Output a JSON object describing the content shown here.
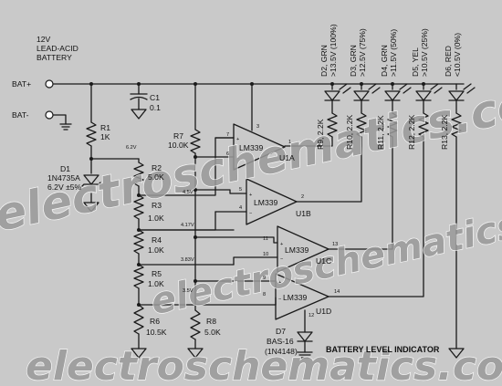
{
  "source": {
    "label_lines": [
      "12V",
      "LEAD-ACID",
      "BATTERY"
    ]
  },
  "terminals": {
    "positive": "BAT+",
    "negative": "BAT-"
  },
  "capacitor": {
    "ref": "C1",
    "value": "0.1"
  },
  "resistors": {
    "r1": {
      "ref": "R1",
      "value": "1K"
    },
    "r2": {
      "ref": "R2",
      "value": "5.0K"
    },
    "r3": {
      "ref": "R3",
      "value": "1.0K"
    },
    "r4": {
      "ref": "R4",
      "value": "1.0K"
    },
    "r5": {
      "ref": "R5",
      "value": "1.0K"
    },
    "r6": {
      "ref": "R6",
      "value": "10.5K"
    },
    "r7": {
      "ref": "R7",
      "value": "10.0K"
    },
    "r8": {
      "ref": "R8",
      "value": "5.0K"
    },
    "r9": "R9, 2.2K",
    "r10": "R10, 2.2K",
    "r11": "R11, 2.2K",
    "r12": "R12, 2.2K",
    "r13": "R13, 2.2K"
  },
  "zener": {
    "ref": "D1",
    "part": "1N4735A",
    "rating": "6.2V ±5%"
  },
  "voltages": {
    "v62": "6.2V",
    "v45": "4.5V",
    "v417": "4.17V",
    "v383": "3.83V",
    "v35": "3.5V"
  },
  "comparators": {
    "part": "LM339",
    "u1a": {
      "name": "U1A",
      "pin_plus": "7",
      "pin_minus": "6",
      "pin_out": "1",
      "pin_vcc": "3"
    },
    "u1b": {
      "name": "U1B",
      "pin_plus": "5",
      "pin_minus": "4",
      "pin_out": "2"
    },
    "u1c": {
      "name": "U1C",
      "pin_plus": "11",
      "pin_minus": "10",
      "pin_out": "13"
    },
    "u1d": {
      "name": "U1D",
      "pin_plus": "9",
      "pin_minus": "8",
      "pin_out": "14",
      "pin_gnd": "12"
    }
  },
  "leds": [
    {
      "line1": "D2, GRN",
      "line2": ">13.5V (100%)"
    },
    {
      "line1": "D3, GRN",
      "line2": ">12.5V (75%)"
    },
    {
      "line1": "D4, GRN",
      "line2": ">11.5V (50%)"
    },
    {
      "line1": "D5, YEL",
      "line2": ">10.5V (25%)"
    },
    {
      "line1": "D6, RED",
      "line2": "<10.5V (0%)"
    }
  ],
  "diode7": {
    "ref": "D7",
    "part": "BAS-16",
    "alt": "(1N4148)"
  },
  "title": "BATTERY LEVEL INDICATOR",
  "watermark": "electroschematics.com"
}
